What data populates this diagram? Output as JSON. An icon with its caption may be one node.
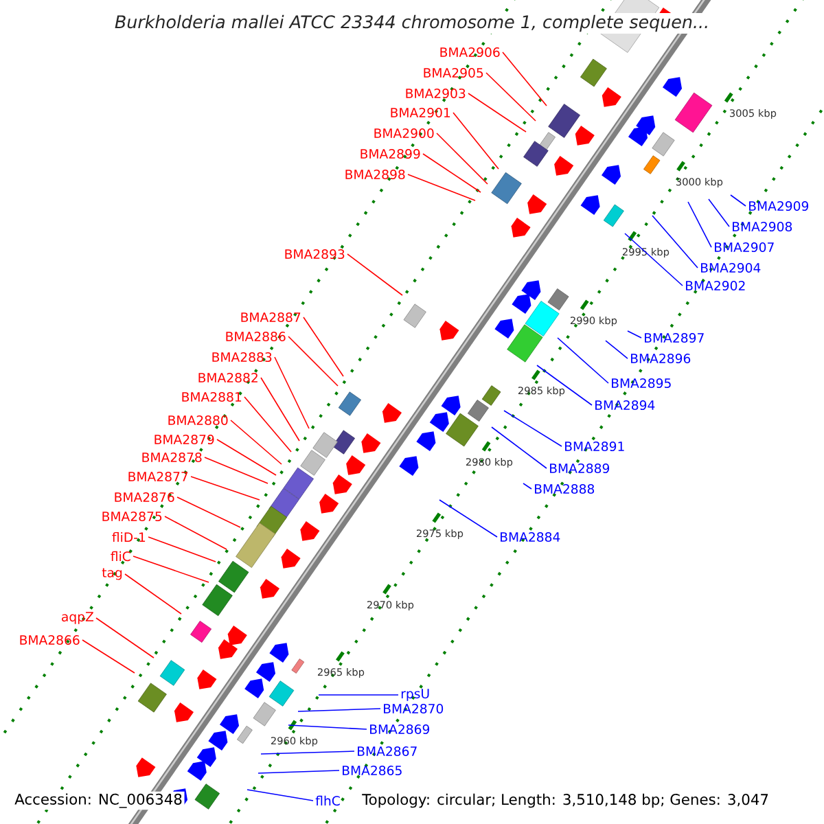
{
  "diagram": {
    "title": "Burkholderia mallei ATCC 23344 chromosome 1, complete sequen...",
    "nodes": [
      {
        "text": [
          "BMA2906"
        ]
      },
      {
        "text": [
          "BMA2905"
        ]
      },
      {
        "text": [
          "BMA2903"
        ]
      },
      {
        "text": [
          "BMA2901"
        ]
      },
      {
        "text": [
          "BMA2900"
        ]
      },
      {
        "text": [
          "BMA2899"
        ]
      },
      {
        "text": [
          "BMA2898"
        ]
      },
      {
        "text": [
          "BMA2893"
        ]
      },
      {
        "text": [
          "BMA2887"
        ]
      },
      {
        "text": [
          "BMA2886"
        ]
      },
      {
        "text": [
          "BMA2883"
        ]
      },
      {
        "text": [
          "BMA2882"
        ]
      },
      {
        "text": [
          "BMA2881"
        ]
      },
      {
        "text": [
          "BMA2880"
        ]
      },
      {
        "text": [
          "BMA2879"
        ]
      },
      {
        "text": [
          "BMA2878"
        ]
      },
      {
        "text": [
          "BMA2877"
        ]
      },
      {
        "text": [
          "BMA2876"
        ]
      },
      {
        "text": [
          "BMA2875"
        ]
      },
      {
        "text": [
          "fliD-1"
        ]
      },
      {
        "text": [
          "fliC"
        ]
      },
      {
        "text": [
          "tag"
        ]
      },
      {
        "text": [
          "aqpZ"
        ]
      },
      {
        "text": [
          "BMA2866"
        ]
      },
      {
        "text": [
          "BMA2909"
        ]
      },
      {
        "text": [
          "BMA2908"
        ]
      },
      {
        "text": [
          "BMA2907"
        ]
      },
      {
        "text": [
          "BMA2904"
        ]
      },
      {
        "text": [
          "BMA2902"
        ]
      },
      {
        "text": [
          "BMA2897"
        ]
      },
      {
        "text": [
          "BMA2896"
        ]
      },
      {
        "text": [
          "BMA2895"
        ]
      },
      {
        "text": [
          "BMA2894"
        ]
      },
      {
        "text": [
          "BMA2891"
        ]
      },
      {
        "text": [
          "BMA2889"
        ]
      },
      {
        "text": [
          "BMA2888"
        ]
      },
      {
        "text": [
          "BMA2884"
        ]
      },
      {
        "text": [
          "rpsU"
        ]
      },
      {
        "text": [
          "BMA2870"
        ]
      },
      {
        "text": [
          "BMA2869"
        ]
      },
      {
        "text": [
          "BMA2867"
        ]
      },
      {
        "text": [
          "BMA2865"
        ]
      },
      {
        "text": [
          "flhC"
        ]
      }
    ],
    "edges": [
      {
        "from": 0,
        "to": null,
        "arrow": "none"
      },
      {
        "from": 1,
        "to": null,
        "arrow": "none"
      },
      {
        "from": 2,
        "to": null,
        "arrow": "none"
      },
      {
        "from": 3,
        "to": null,
        "arrow": "none"
      },
      {
        "from": 4,
        "to": null,
        "arrow": "none"
      },
      {
        "from": 5,
        "to": null,
        "arrow": "none"
      },
      {
        "from": 6,
        "to": null,
        "arrow": "none"
      },
      {
        "from": 7,
        "to": null,
        "arrow": "none"
      },
      {
        "from": 8,
        "to": null,
        "arrow": "none"
      },
      {
        "from": 9,
        "to": null,
        "arrow": "none"
      },
      {
        "from": 10,
        "to": null,
        "arrow": "none"
      },
      {
        "from": 11,
        "to": null,
        "arrow": "none"
      },
      {
        "from": 12,
        "to": null,
        "arrow": "none"
      },
      {
        "from": 13,
        "to": null,
        "arrow": "none"
      },
      {
        "from": 14,
        "to": null,
        "arrow": "none"
      },
      {
        "from": 15,
        "to": null,
        "arrow": "none"
      },
      {
        "from": 16,
        "to": null,
        "arrow": "none"
      },
      {
        "from": 17,
        "to": null,
        "arrow": "none"
      },
      {
        "from": 18,
        "to": null,
        "arrow": "none"
      },
      {
        "from": 19,
        "to": null,
        "arrow": "none"
      },
      {
        "from": 20,
        "to": null,
        "arrow": "none"
      },
      {
        "from": 21,
        "to": null,
        "arrow": "none"
      },
      {
        "from": 22,
        "to": null,
        "arrow": "none"
      },
      {
        "from": 23,
        "to": null,
        "arrow": "none"
      },
      {
        "from": 24,
        "to": null,
        "arrow": "none",
        "color": "#0000ff"
      },
      {
        "from": 25,
        "to": null,
        "arrow": "none",
        "color": "#0000ff"
      },
      {
        "from": 26,
        "to": null,
        "arrow": "none",
        "color": "#0000ff"
      },
      {
        "from": 27,
        "to": null,
        "arrow": "none",
        "color": "#0000ff"
      },
      {
        "from": 28,
        "to": null,
        "arrow": "none",
        "color": "#0000ff"
      },
      {
        "from": 29,
        "to": null,
        "arrow": "none",
        "color": "#0000ff"
      },
      {
        "from": 30,
        "to": null,
        "arrow": "none",
        "color": "#0000ff"
      },
      {
        "from": 31,
        "to": null,
        "arrow": "none",
        "color": "#0000ff"
      },
      {
        "from": 32,
        "to": null,
        "arrow": "none",
        "color": "#0000ff"
      },
      {
        "from": 33,
        "to": null,
        "arrow": "none",
        "color": "#0000ff"
      },
      {
        "from": 34,
        "to": null,
        "arrow": "none",
        "color": "#0000ff"
      },
      {
        "from": 35,
        "to": null,
        "arrow": "none",
        "color": "#0000ff"
      },
      {
        "from": 36,
        "to": null,
        "arrow": "none",
        "color": "#0000ff"
      },
      {
        "from": 37,
        "to": null,
        "arrow": "none",
        "color": "#0000ff"
      },
      {
        "from": 38,
        "to": null,
        "arrow": "none",
        "color": "#0000ff"
      },
      {
        "from": 39,
        "to": null,
        "arrow": "none",
        "color": "#0000ff"
      },
      {
        "from": 40,
        "to": null,
        "arrow": "none",
        "color": "#0000ff"
      },
      {
        "from": 41,
        "to": null,
        "arrow": "none",
        "color": "#0000ff"
      },
      {
        "from": 42,
        "to": null,
        "arrow": "none",
        "color": "#0000ff"
      }
    ],
    "labels": [
      "3005 kbp",
      "3000 kbp",
      "2995 kbp",
      "2990 kbp",
      "2985 kbp",
      "2980 kbp",
      "2975 kbp",
      "2970 kbp",
      "2965 kbp",
      "2960 kbp",
      "Accession: NC_006348",
      "Topology: circular; Length: 3,510,148 bp; Genes: 3,047"
    ]
  }
}
